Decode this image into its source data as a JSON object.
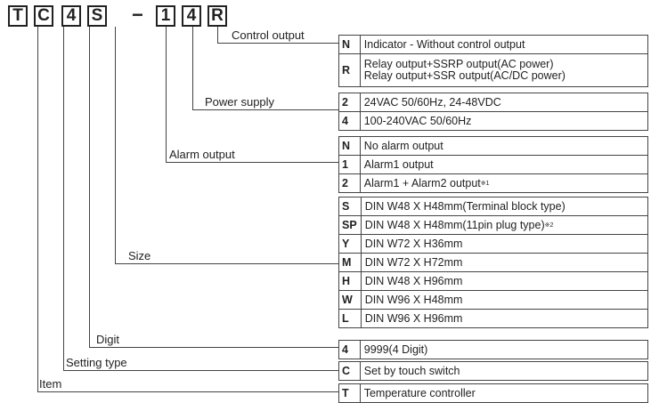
{
  "model_chars": [
    "T",
    "C",
    "4",
    "S",
    "1",
    "4",
    "R"
  ],
  "separator": "−",
  "groups": [
    {
      "label": "Control output",
      "rows": [
        {
          "code": "N",
          "desc": "Indicator - Without control output"
        },
        {
          "code": "R",
          "desc": "Relay output+SSRP output(AC power)",
          "desc2": "Relay output+SSR output(AC/DC power)"
        }
      ]
    },
    {
      "label": "Power supply",
      "rows": [
        {
          "code": "2",
          "desc": "24VAC 50/60Hz, 24-48VDC"
        },
        {
          "code": "4",
          "desc": "100-240VAC 50/60Hz"
        }
      ]
    },
    {
      "label": "Alarm output",
      "rows": [
        {
          "code": "N",
          "desc": "No alarm output"
        },
        {
          "code": "1",
          "desc": "Alarm1 output"
        },
        {
          "code": "2",
          "desc": "Alarm1 + Alarm2 output",
          "note": "※1"
        }
      ]
    },
    {
      "label": "Size",
      "rows": [
        {
          "code": "S",
          "desc": "DIN W48 X H48mm(Terminal block type)"
        },
        {
          "code": "SP",
          "desc": "DIN W48 X H48mm(11pin plug type)",
          "note": "※2"
        },
        {
          "code": "Y",
          "desc": "DIN W72 X H36mm"
        },
        {
          "code": "M",
          "desc": "DIN W72 X H72mm"
        },
        {
          "code": "H",
          "desc": "DIN W48 X H96mm"
        },
        {
          "code": "W",
          "desc": "DIN W96 X H48mm"
        },
        {
          "code": "L",
          "desc": "DIN W96 X H96mm"
        }
      ]
    },
    {
      "label": "Digit",
      "rows": [
        {
          "code": "4",
          "desc": "9999(4 Digit)"
        }
      ]
    },
    {
      "label": "Setting type",
      "rows": [
        {
          "code": "C",
          "desc": "Set by touch switch"
        }
      ]
    },
    {
      "label": "Item",
      "rows": [
        {
          "code": "T",
          "desc": "Temperature controller"
        }
      ]
    }
  ]
}
